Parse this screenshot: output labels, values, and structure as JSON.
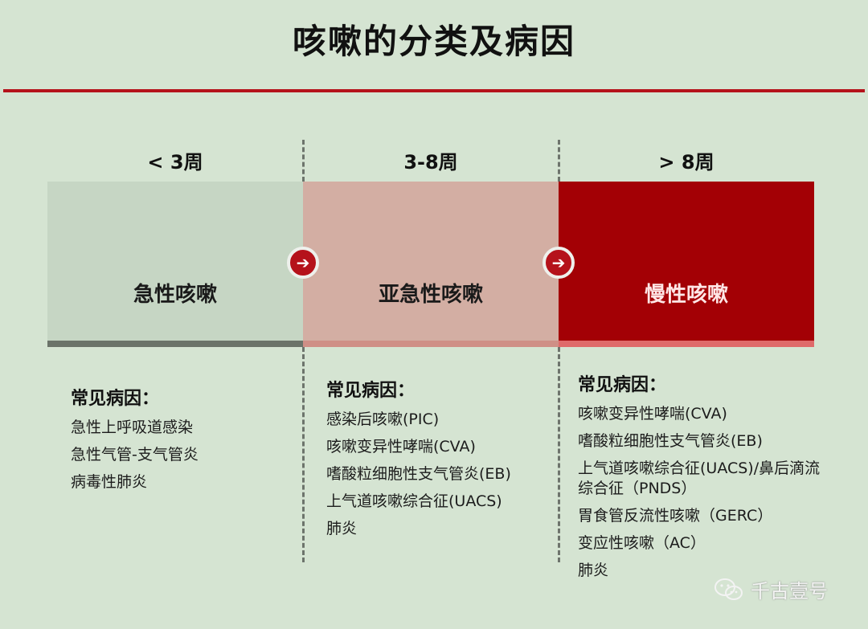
{
  "title": "咳嗽的分类及病因",
  "periods": [
    "< 3周",
    "3-8周",
    "> 8周"
  ],
  "categories": [
    {
      "label": "急性咳嗽",
      "heading": "常见病因：",
      "causes": [
        "急性上呼吸道感染",
        "急性气管-支气管炎",
        "病毒性肺炎"
      ]
    },
    {
      "label": "亚急性咳嗽",
      "heading": "常见病因：",
      "causes": [
        "感染后咳嗽(PIC)",
        "咳嗽变异性哮喘(CVA)",
        "嗜酸粒细胞性支气管炎(EB)",
        "上气道咳嗽综合征(UACS)",
        "肺炎"
      ]
    },
    {
      "label": "慢性咳嗽",
      "heading": "常见病因：",
      "causes": [
        "咳嗽变异性哮喘(CVA)",
        "嗜酸粒细胞性支气管炎(EB)",
        "上气道咳嗽综合征(UACS)/鼻后滴流综合征（PNDS）",
        "胃食管反流性咳嗽（GERC）",
        "变应性咳嗽（AC）",
        "肺炎"
      ]
    }
  ],
  "watermark": "千古壹号",
  "colors": {
    "background": "#d5e4d2",
    "accent": "#b5121b",
    "acute": "#c6d6c4",
    "subacute": "#d3aea3",
    "chronic": "#a30005"
  }
}
